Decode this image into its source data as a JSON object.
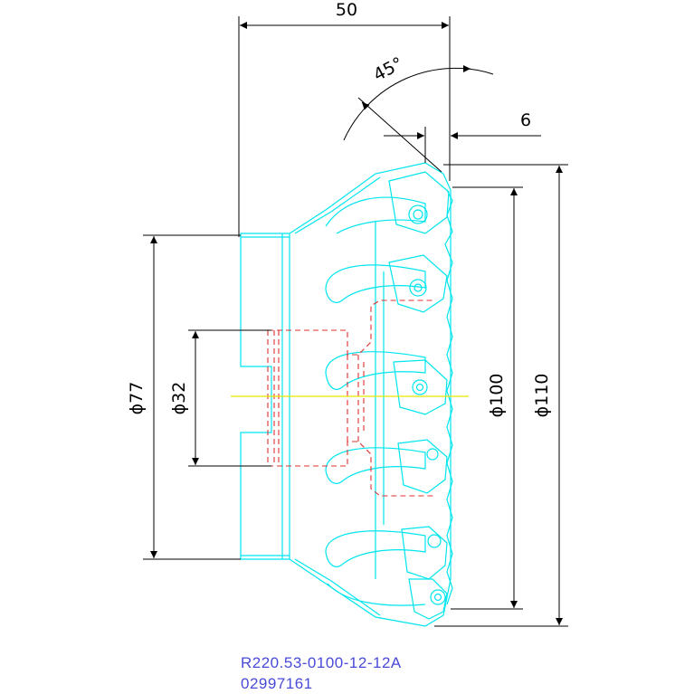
{
  "dimensions": {
    "length": "50",
    "angle": "45°",
    "edge_offset": "6",
    "d_cutting": "ϕ110",
    "d_body": "ϕ100",
    "d_hub": "ϕ77",
    "d_bore": "ϕ32"
  },
  "caption": {
    "part_number": "R220.53-0100-12-12A",
    "order_code": "02997161"
  },
  "colors": {
    "cutter": "#00e5ee",
    "hidden": "#e03030",
    "dimension": "#000000",
    "centerline": "#e8e800",
    "caption": "#4a4ad8"
  }
}
